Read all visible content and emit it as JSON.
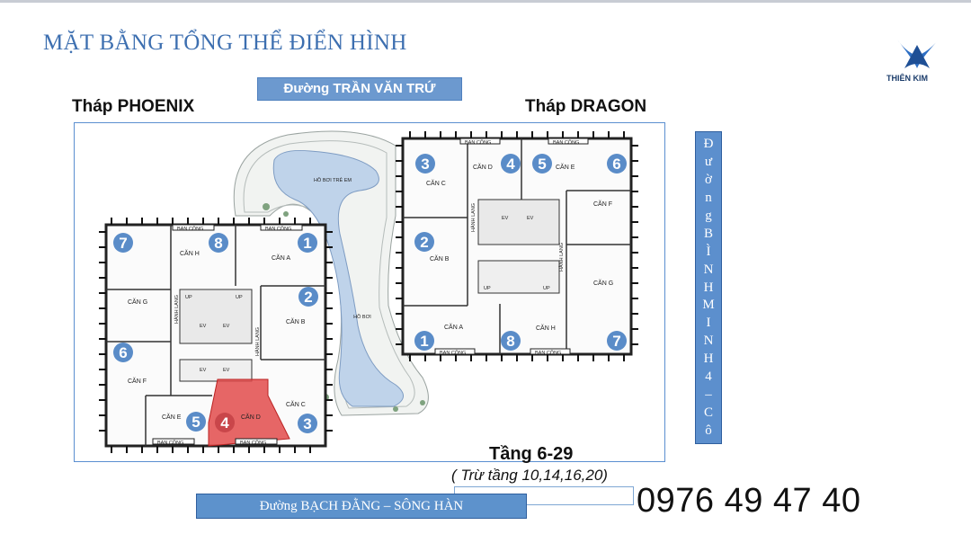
{
  "title": "MẶT BẰNG TỔNG THỂ ĐIỂN HÌNH",
  "logo_text": "THIÊN KIM",
  "street_top": "Đường TRẦN VĂN TRỨ",
  "tower_left": "Tháp PHOENIX",
  "tower_right": "Tháp DRAGON",
  "side_street": [
    "Đ",
    "ư",
    "ờ",
    "n",
    "g",
    "B",
    "Ì",
    "N",
    "H",
    "M",
    "I",
    "N",
    "H",
    "4",
    "–",
    "C",
    "ô"
  ],
  "floor": "Tầng 6-29",
  "floor_note": "( Trừ tầng 10,14,16,20)",
  "street_bottom": "Đường BẠCH ĐẰNG – SÔNG HÀN",
  "phone": "0976 49 47 40",
  "plan": {
    "pool_kids": "HỒ BƠI TRẺ EM",
    "pool": "HỒ BƠI",
    "highlight_color": "#e24b4b",
    "marker_color": "#5a8cc8",
    "phoenix_units": [
      {
        "num": "1",
        "label": "CĂN A"
      },
      {
        "num": "2",
        "label": "CĂN B"
      },
      {
        "num": "3",
        "label": "CĂN C"
      },
      {
        "num": "4",
        "label": "CĂN D"
      },
      {
        "num": "5",
        "label": "CĂN E"
      },
      {
        "num": "6",
        "label": "CĂN F"
      },
      {
        "num": "7",
        "label": "CĂN G"
      },
      {
        "num": "8",
        "label": "CĂN H"
      }
    ],
    "dragon_units": [
      {
        "num": "1",
        "label": "CĂN A"
      },
      {
        "num": "2",
        "label": "CĂN B"
      },
      {
        "num": "3",
        "label": "CĂN C"
      },
      {
        "num": "4",
        "label": "CĂN D"
      },
      {
        "num": "5",
        "label": "CĂN E"
      },
      {
        "num": "6",
        "label": "CĂN F"
      },
      {
        "num": "7",
        "label": "CĂN G"
      },
      {
        "num": "8",
        "label": "CĂN H"
      }
    ],
    "ban_cong": "BAN CÔNG",
    "hanh_lang": "HÀNH LANG",
    "ev": "EV",
    "up": "UP"
  }
}
